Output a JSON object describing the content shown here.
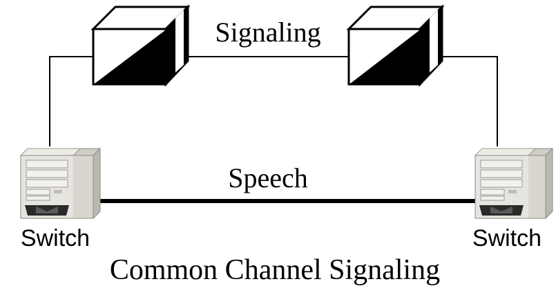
{
  "diagram": {
    "title": "Common Channel Signaling",
    "signaling_label": "Signaling",
    "speech_label": "Speech",
    "left_switch_label": "Switch",
    "right_switch_label": "Switch"
  },
  "colors": {
    "line": "#000000",
    "background": "#ffffff",
    "case_light": "#e4e2dc",
    "case_dark": "#2a2a2a"
  }
}
